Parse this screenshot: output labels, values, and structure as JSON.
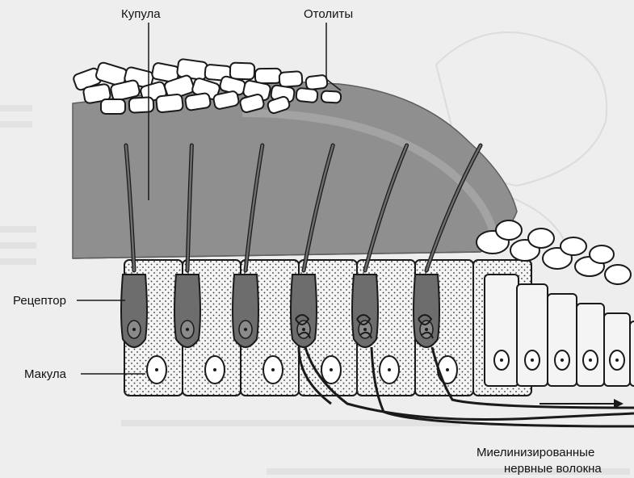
{
  "labels": {
    "cupula": "Купула",
    "otoliths": "Отолиты",
    "receptor": "Рецептор",
    "macula": "Макула",
    "fibers_line1": "Миелинизированные",
    "fibers_line2": "нервные волокна"
  },
  "colors": {
    "cupula_fill": "#8f8f8f",
    "cupula_edge": "#5e5e5e",
    "cell_fill": "#f4f4f4",
    "receptor_fill": "#6d6d6d",
    "outline": "#1a1a1a",
    "background": "#eeeeee"
  }
}
